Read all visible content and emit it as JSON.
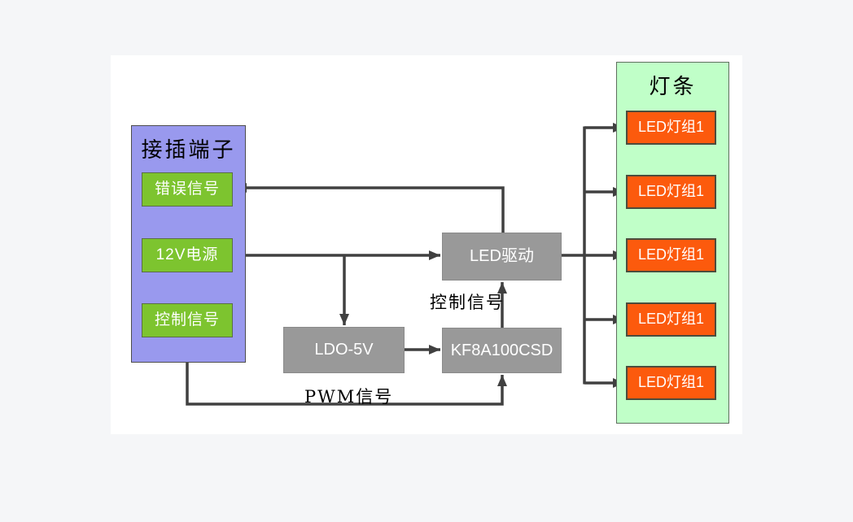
{
  "diagram": {
    "connector_panel": {
      "title": "接插端子",
      "signals": [
        {
          "label": "错误信号"
        },
        {
          "label": "12V电源"
        },
        {
          "label": "控制信号"
        }
      ]
    },
    "blocks": {
      "led_driver": "LED驱动",
      "ldo": "LDO-5V",
      "mcu": "KF8A100CSD"
    },
    "lamp_strip": {
      "title": "灯条",
      "groups": [
        {
          "label": "LED灯组1"
        },
        {
          "label": "LED灯组1"
        },
        {
          "label": "LED灯组1"
        },
        {
          "label": "LED灯组1"
        },
        {
          "label": "LED灯组1"
        }
      ]
    },
    "wire_labels": {
      "control_signal": "控制信号",
      "pwm_signal": "PWM信号"
    }
  },
  "colors": {
    "connector": "#9999ee",
    "signal": "#7dc42f",
    "block": "#999999",
    "strip": "#c0ffc8",
    "lamp": "#fc5a0d",
    "wire": "#404040"
  }
}
